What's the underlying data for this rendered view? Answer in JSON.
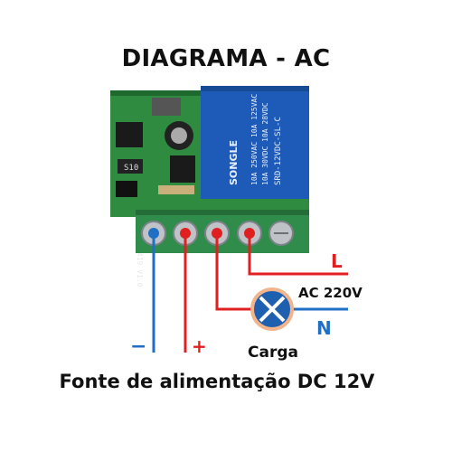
{
  "title": "DIAGRAMA - AC",
  "caption": "Fonte de alimentação DC 12V",
  "board": {
    "relay_brand": "SONGLE",
    "relay_model": "SRD-12VDC-SL-C",
    "relay_rating_1": "10A 250VAC 10A 125VAC",
    "relay_rating_2": "10A 30VDC 10A 28VDC",
    "pcb_label": "AK-CZ0419 V1.0",
    "diode_label": "S10"
  },
  "labels": {
    "live": "L",
    "ac": "AC 220V",
    "neutral": "N",
    "load": "Carga",
    "minus": "−",
    "plus": "+"
  },
  "colors": {
    "negative": "#1f6fc4",
    "positive": "#e02020",
    "neutral": "#1f6fc4",
    "pcb": "#2e8b3f",
    "relay": "#1e5bb8",
    "terminal": "#2f8c4a",
    "load_fill": "#1f5fb0",
    "load_ring": "#f2b48a"
  }
}
